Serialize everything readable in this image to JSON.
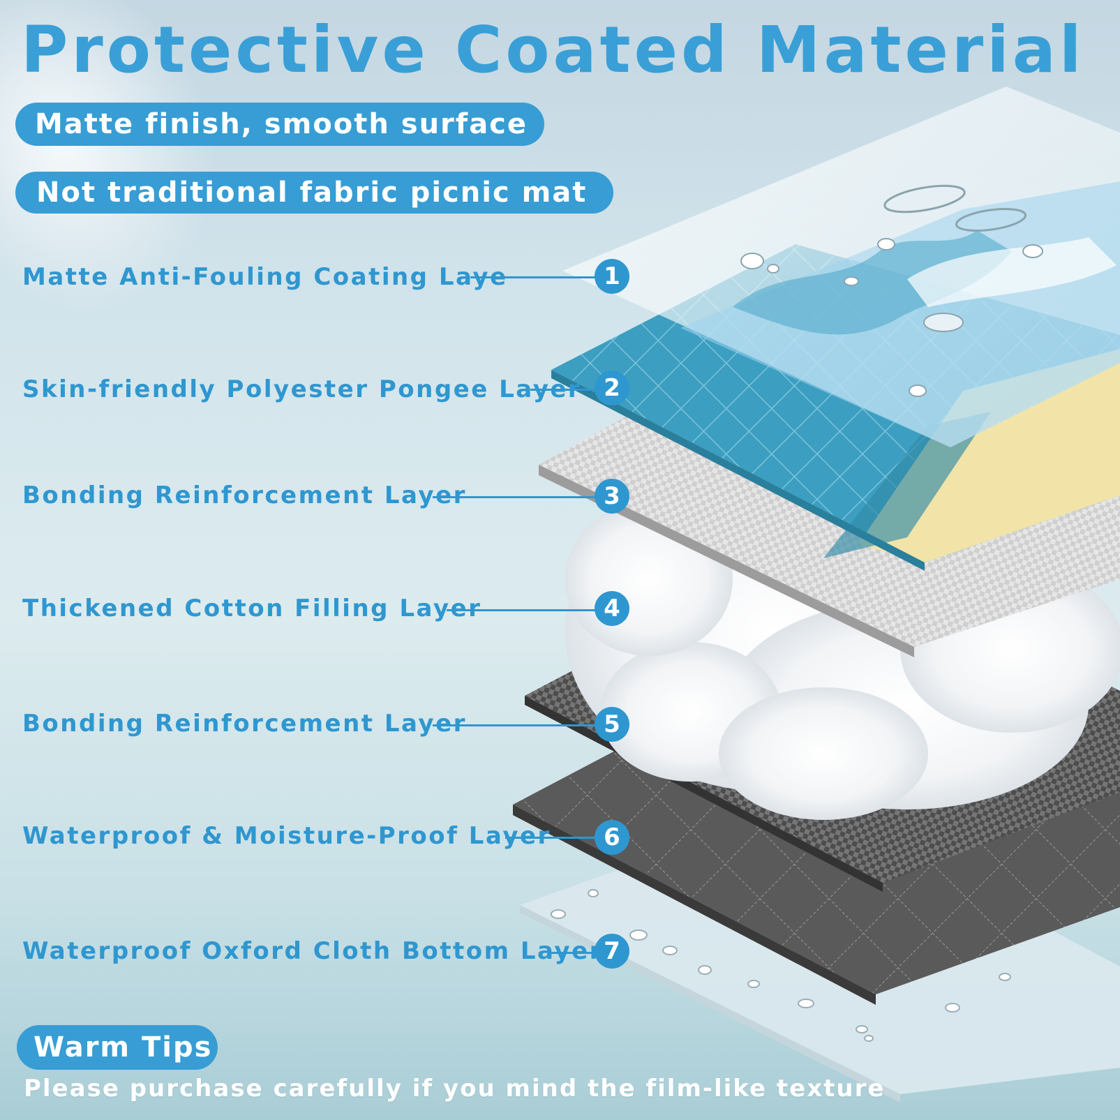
{
  "title": "Protective Coated Material",
  "pills": {
    "first": "Matte finish, smooth surface",
    "second": "Not traditional fabric picnic mat"
  },
  "layers": [
    {
      "number": "1",
      "label": "Matte Anti-Fouling Coating Laye"
    },
    {
      "number": "2",
      "label": "Skin-friendly Polyester Pongee Layer"
    },
    {
      "number": "3",
      "label": "Bonding Reinforcement Layer"
    },
    {
      "number": "4",
      "label": "Thickened Cotton Filling Layer"
    },
    {
      "number": "5",
      "label": "Bonding Reinforcement Layer"
    },
    {
      "number": "6",
      "label": "Waterproof & Moisture-Proof Layer"
    },
    {
      "number": "7",
      "label": "Waterproof Oxford Cloth Bottom Layer"
    }
  ],
  "warm_tips": {
    "heading": "Warm Tips",
    "text": "Please purchase carefully if you mind the film-like texture"
  },
  "colors": {
    "accent": "#2f97d0",
    "pill": "#379dd4",
    "background": "#d3e5ec"
  }
}
